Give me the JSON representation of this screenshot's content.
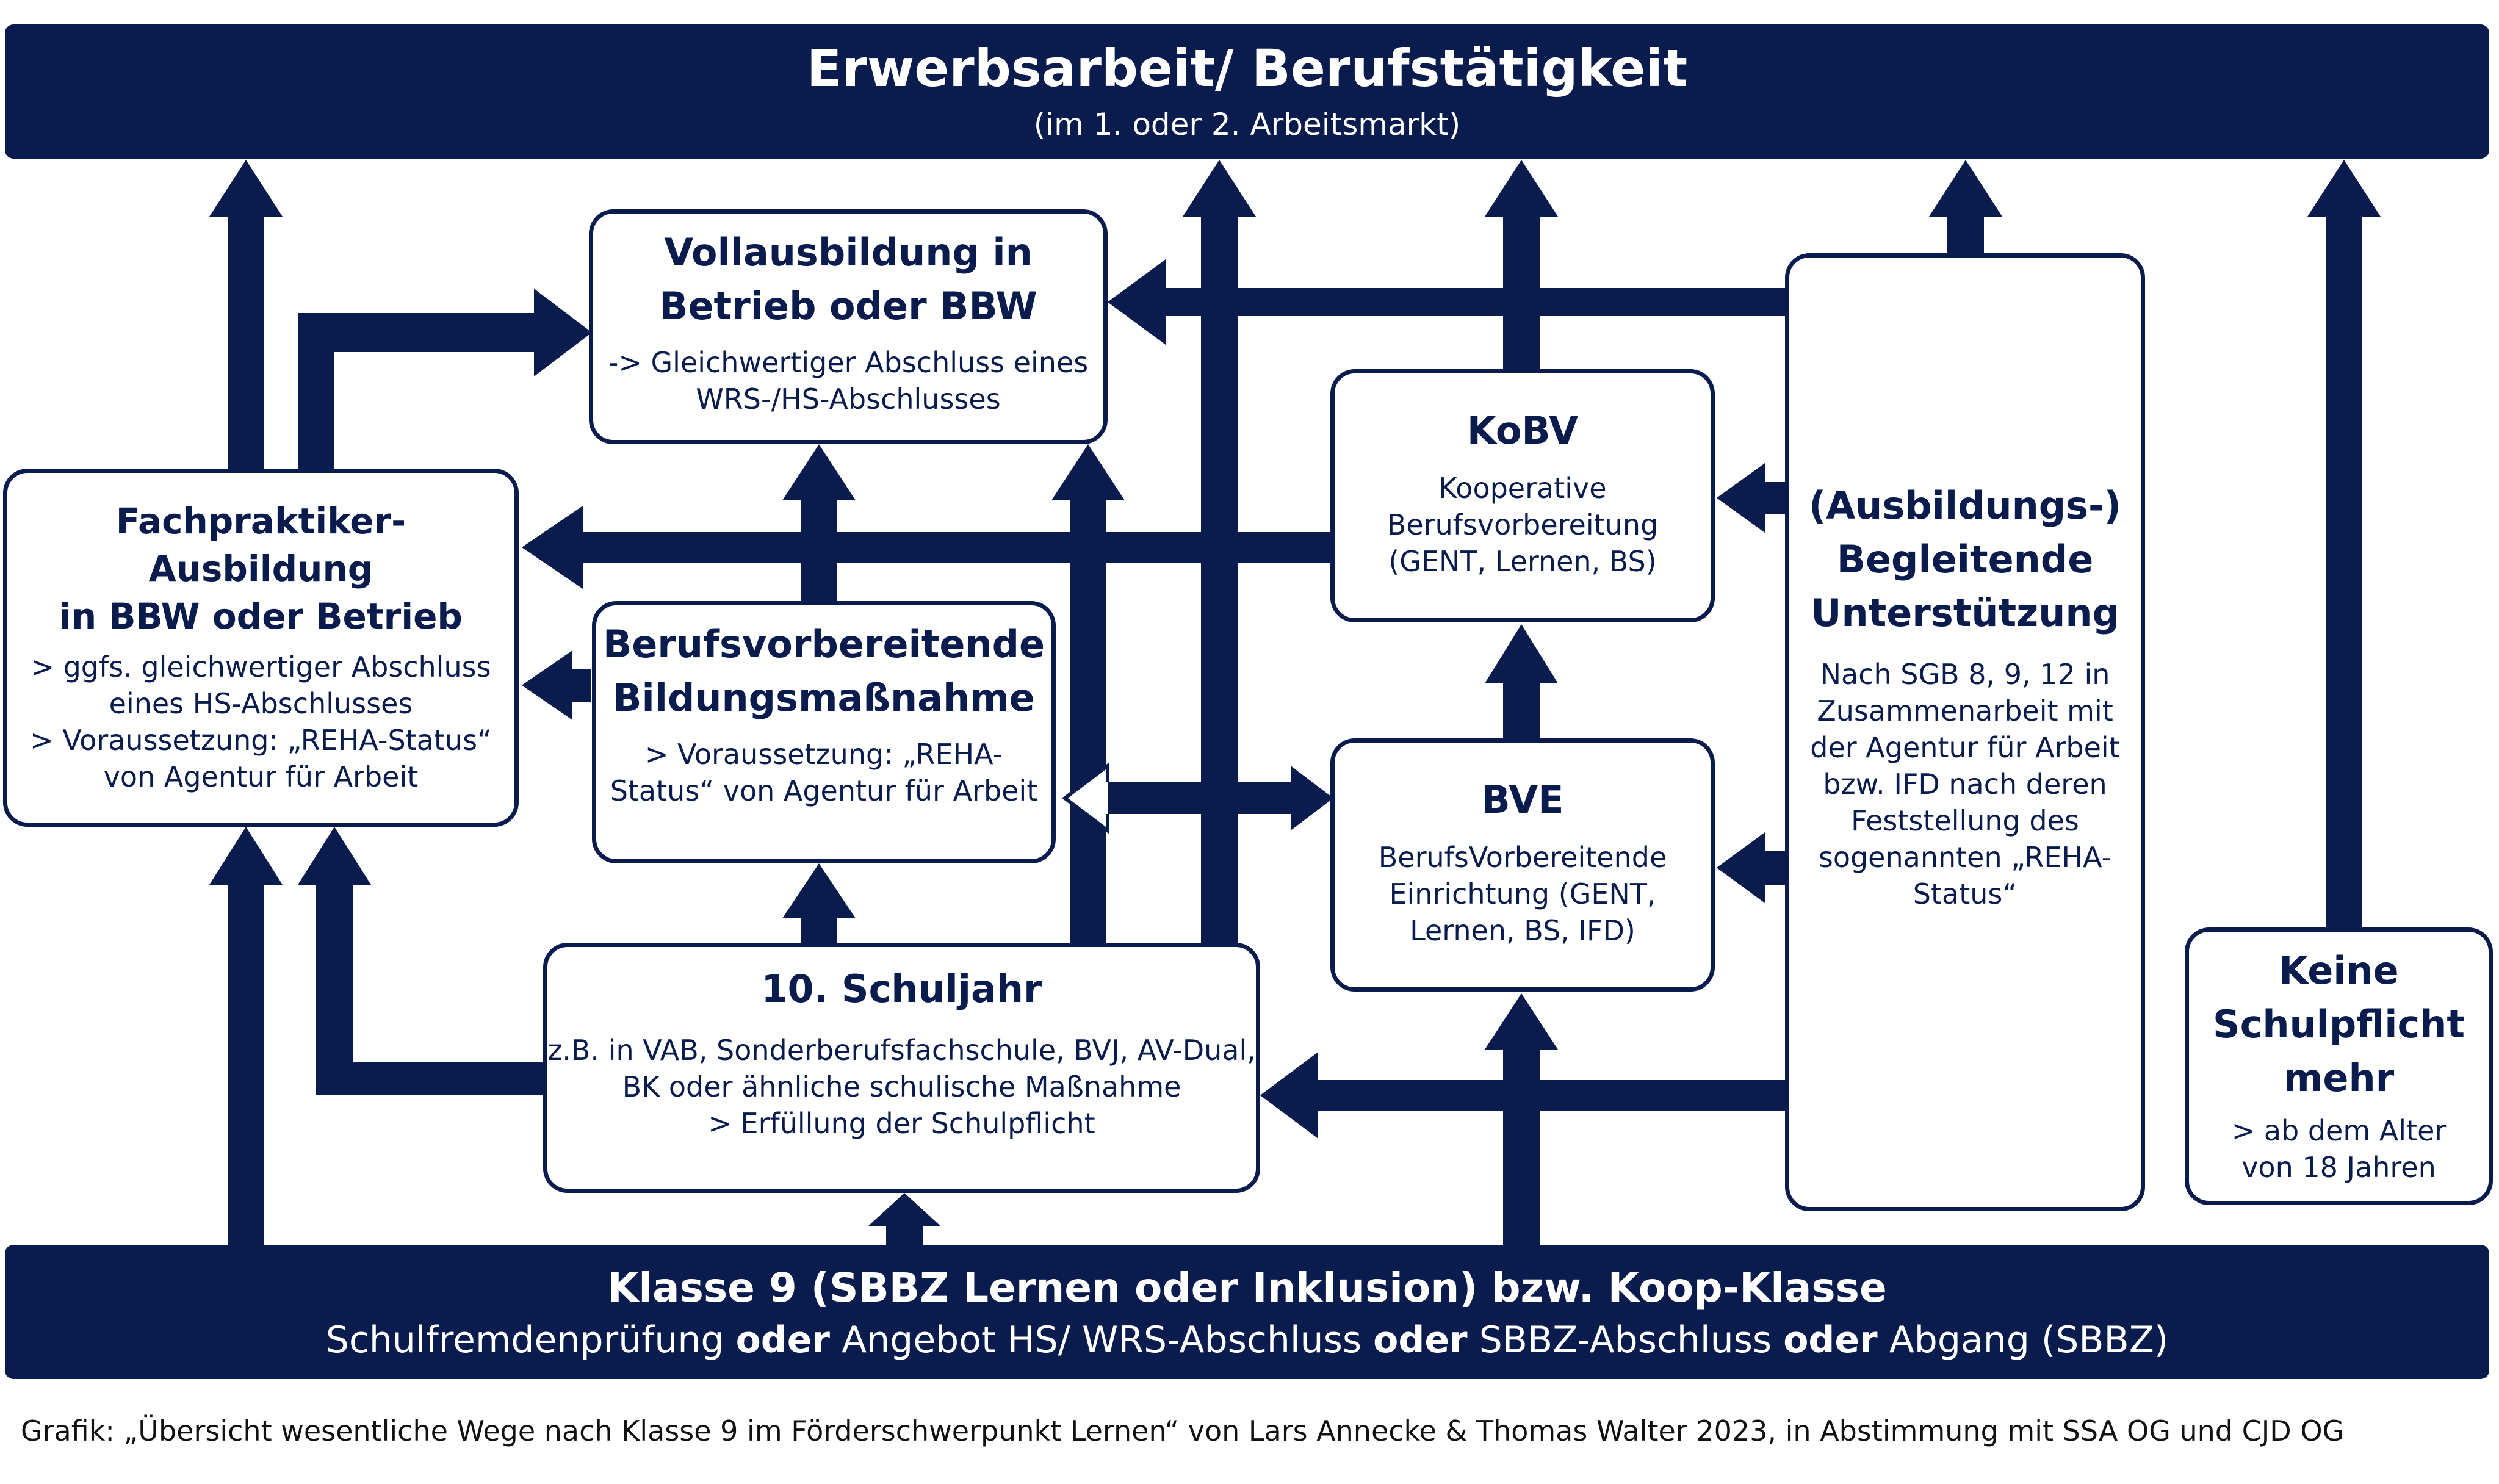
{
  "top_band": {
    "title": "Erwerbsarbeit/ Berufstätigkeit",
    "subtitle": "(im 1. oder 2. Arbeitsmarkt)"
  },
  "boxes": {
    "vollausbildung": {
      "title_line1": "Vollausbildung in",
      "title_line2": "Betrieb oder BBW",
      "text_line1": "-> Gleichwertiger Abschluss eines",
      "text_line2": "WRS-/HS-Abschlusses"
    },
    "fachpraktiker": {
      "title_line1": "Fachpraktiker- Ausbildung",
      "title_line2": "in BBW oder Betrieb",
      "text_line1": "> ggfs. gleichwertiger Abschluss",
      "text_line2": "eines HS-Abschlusses",
      "text_line3": "> Voraussetzung: „REHA-Status“",
      "text_line4": "von Agentur für Arbeit"
    },
    "berufsvorbereitende": {
      "title_line1": "Berufsvorbereitende",
      "title_line2": "Bildungsmaßnahme",
      "text_line1": "> Voraussetzung: „REHA-",
      "text_line2": "Status“ von Agentur für Arbeit"
    },
    "kobv": {
      "title": "KoBV",
      "text_line1": "Kooperative",
      "text_line2": "Berufsvorbereitung",
      "text_line3": "(GENT, Lernen, BS)"
    },
    "bve": {
      "title": "BVE",
      "text_line1": "BerufsVorbereitende",
      "text_line2": "Einrichtung (GENT,",
      "text_line3": "Lernen, BS, IFD)"
    },
    "schuljahr": {
      "title": "10. Schuljahr",
      "text_line1": "z.B. in VAB, Sonderberufsfachschule, BVJ, AV-Dual,",
      "text_line2": "BK oder ähnliche schulische Maßnahme",
      "text_line3": "> Erfüllung der Schulpflicht"
    },
    "begleitende": {
      "title_line1": "(Ausbildungs-)",
      "title_line2": "Begleitende",
      "title_line3": "Unterstützung",
      "text_line1": "Nach SGB 8, 9, 12 in",
      "text_line2": "Zusammenarbeit mit",
      "text_line3": "der Agentur für Arbeit",
      "text_line4": "bzw. IFD nach deren",
      "text_line5": "Feststellung des",
      "text_line6": "sogenannten „REHA-",
      "text_line7": "Status“"
    },
    "keine_schulpflicht": {
      "title_line1": "Keine",
      "title_line2": "Schulpflicht",
      "title_line3": "mehr",
      "text_line1": "> ab dem Alter",
      "text_line2": "von 18 Jahren"
    }
  },
  "bottom_band": {
    "title": "Klasse 9 (SBBZ Lernen oder Inklusion) bzw. Koop-Klasse",
    "options": [
      {
        "text": "Schulfremdenprüfung ",
        "bold": false
      },
      {
        "text": "oder",
        "bold": true
      },
      {
        "text": " Angebot HS/ WRS-Abschluss ",
        "bold": false
      },
      {
        "text": "oder",
        "bold": true
      },
      {
        "text": " SBBZ-Abschluss ",
        "bold": false
      },
      {
        "text": "oder",
        "bold": true
      },
      {
        "text": " Abgang (SBBZ)",
        "bold": false
      }
    ]
  },
  "caption": "Grafik: „Übersicht wesentliche Wege nach Klasse 9 im Förderschwerpunkt Lernen“ von Lars Annecke & Thomas Walter 2023, in Abstimmung mit SSA OG und CJD OG",
  "colors": {
    "navy": "#0a1b4d",
    "white": "#ffffff"
  }
}
